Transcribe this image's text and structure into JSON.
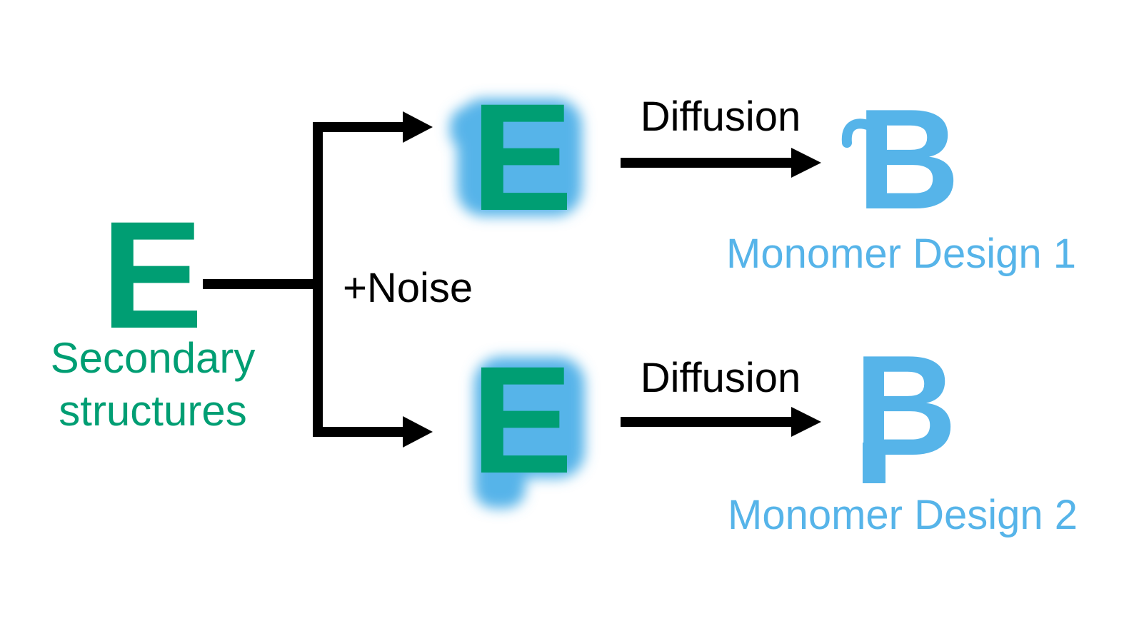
{
  "colors": {
    "green": "#009E73",
    "blue": "#56B4E9",
    "black": "#000000",
    "background": "#FFFFFF"
  },
  "input": {
    "glyph": "E",
    "caption_line1": "Secondary",
    "caption_line2": "structures"
  },
  "noise_label": "+Noise",
  "branches": [
    {
      "noisy_glyph": "E",
      "diffusion_label": "Diffusion",
      "output_glyph": "B",
      "design_label": "Monomer Design 1"
    },
    {
      "noisy_glyph": "E",
      "diffusion_label": "Diffusion",
      "output_glyph": "B",
      "design_label": "Monomer Design 2"
    }
  ]
}
